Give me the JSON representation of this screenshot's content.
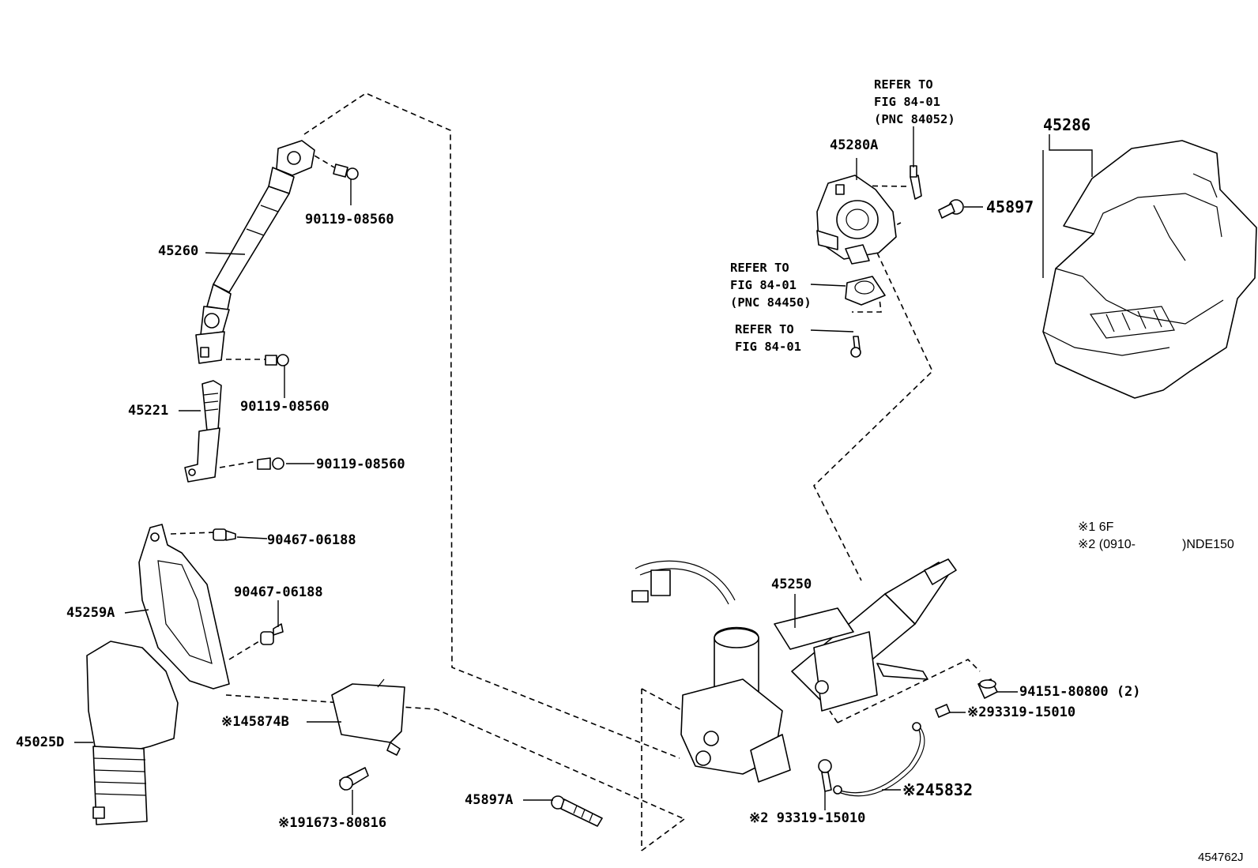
{
  "figure": {
    "id": "454762J"
  },
  "notes": {
    "note1": "※1 6F",
    "note2_prefix": "※2 (0910-",
    "note2_suffix": ")NDE150"
  },
  "callouts": {
    "p45260": "45260",
    "p90119_a": "90119-08560",
    "p90119_b": "90119-08560",
    "p90119_c": "90119-08560",
    "p45221": "45221",
    "p90467_a": "90467-06188",
    "p90467_b": "90467-06188",
    "p45259A": "45259A",
    "p45025D": "45025D",
    "p45874B": "※145874B",
    "p91673": "※191673-80816",
    "p45897A": "45897A",
    "p93319_bottom": "※2 93319-15010",
    "p45832": "※245832",
    "p93319_right": "※293319-15010",
    "p94151": "94151-80800 (2)",
    "p45250": "45250",
    "p45280A": "45280A",
    "p45897": "45897",
    "p45286": "45286"
  },
  "refer_to": {
    "top": {
      "line1": "REFER TO",
      "line2": "FIG 84-01",
      "line3": "(PNC 84052)"
    },
    "middle": {
      "line1": "REFER TO",
      "line2": "FIG 84-01",
      "line3": "(PNC 84450)"
    },
    "lower": {
      "line1": "REFER TO",
      "line2": "FIG 84-01"
    }
  }
}
